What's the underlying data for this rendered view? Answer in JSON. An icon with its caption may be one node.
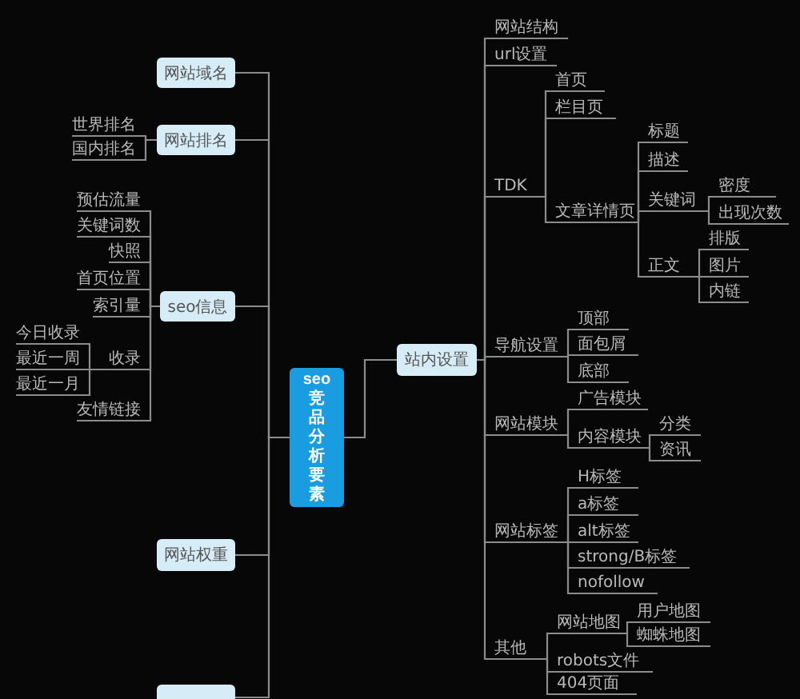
{
  "diagram": {
    "nodes": [
      {
        "text": [
          "seo竞品分析要素"
        ]
      },
      {
        "text": [
          "网站域名"
        ]
      },
      {
        "text": [
          "网站排名"
        ]
      },
      {
        "text": [
          "世界排名"
        ]
      },
      {
        "text": [
          "国内排名"
        ]
      },
      {
        "text": [
          "seo信息"
        ]
      },
      {
        "text": [
          "预估流量"
        ]
      },
      {
        "text": [
          "关键词数"
        ]
      },
      {
        "text": [
          "快照"
        ]
      },
      {
        "text": [
          "首页位置"
        ]
      },
      {
        "text": [
          "索引量"
        ]
      },
      {
        "text": [
          "收录"
        ]
      },
      {
        "text": [
          "今日收录"
        ]
      },
      {
        "text": [
          "最近一周"
        ]
      },
      {
        "text": [
          "最近一月"
        ]
      },
      {
        "text": [
          "友情链接"
        ]
      },
      {
        "text": [
          "网站权重"
        ]
      },
      {
        "text": [],
        "shape": "box"
      },
      {
        "text": [
          "站内设置"
        ]
      },
      {
        "text": [
          "网站结构"
        ]
      },
      {
        "text": [
          "url设置"
        ]
      },
      {
        "text": [
          "TDK"
        ]
      },
      {
        "text": [
          "首页"
        ]
      },
      {
        "text": [
          "栏目页"
        ]
      },
      {
        "text": [
          "文章详情页"
        ]
      },
      {
        "text": [
          "标题"
        ]
      },
      {
        "text": [
          "描述"
        ]
      },
      {
        "text": [
          "关键词"
        ]
      },
      {
        "text": [
          "密度"
        ]
      },
      {
        "text": [
          "出现次数"
        ]
      },
      {
        "text": [
          "正文"
        ]
      },
      {
        "text": [
          "排版"
        ]
      },
      {
        "text": [
          "图片"
        ]
      },
      {
        "text": [
          "内链"
        ]
      },
      {
        "text": [
          "导航设置"
        ]
      },
      {
        "text": [
          "顶部"
        ]
      },
      {
        "text": [
          "面包屑"
        ]
      },
      {
        "text": [
          "底部"
        ]
      },
      {
        "text": [
          "网站模块"
        ]
      },
      {
        "text": [
          "广告模块"
        ]
      },
      {
        "text": [
          "内容模块"
        ]
      },
      {
        "text": [
          "分类"
        ]
      },
      {
        "text": [
          "资讯"
        ]
      },
      {
        "text": [
          "网站标签"
        ]
      },
      {
        "text": [
          "H标签"
        ]
      },
      {
        "text": [
          "a标签"
        ]
      },
      {
        "text": [
          "alt标签"
        ]
      },
      {
        "text": [
          "strong/B标签"
        ]
      },
      {
        "text": [
          "nofollow"
        ]
      },
      {
        "text": [
          "其他"
        ]
      },
      {
        "text": [
          "网站地图"
        ]
      },
      {
        "text": [
          "用户地图"
        ]
      },
      {
        "text": [
          "蜘蛛地图"
        ]
      },
      {
        "text": [
          "robots文件"
        ]
      },
      {
        "text": [
          "404页面"
        ]
      }
    ],
    "edges": [
      {
        "from": 0,
        "to": 1,
        "arrow": "none"
      },
      {
        "from": 0,
        "to": 2,
        "arrow": "none"
      },
      {
        "from": 0,
        "to": 5,
        "arrow": "none"
      },
      {
        "from": 0,
        "to": 16,
        "arrow": "none"
      },
      {
        "from": 0,
        "to": 17,
        "arrow": "none"
      },
      {
        "from": 0,
        "to": 18,
        "arrow": "none"
      },
      {
        "from": 2,
        "to": 3,
        "arrow": "none"
      },
      {
        "from": 2,
        "to": 4,
        "arrow": "none"
      },
      {
        "from": 5,
        "to": 6,
        "arrow": "none"
      },
      {
        "from": 5,
        "to": 7,
        "arrow": "none"
      },
      {
        "from": 5,
        "to": 8,
        "arrow": "none"
      },
      {
        "from": 5,
        "to": 9,
        "arrow": "none"
      },
      {
        "from": 5,
        "to": 10,
        "arrow": "none"
      },
      {
        "from": 5,
        "to": 11,
        "arrow": "none"
      },
      {
        "from": 11,
        "to": 12,
        "arrow": "none"
      },
      {
        "from": 11,
        "to": 13,
        "arrow": "none"
      },
      {
        "from": 11,
        "to": 14,
        "arrow": "none"
      },
      {
        "from": 5,
        "to": 15,
        "arrow": "none"
      },
      {
        "from": 18,
        "to": 19,
        "arrow": "none"
      },
      {
        "from": 18,
        "to": 20,
        "arrow": "none"
      },
      {
        "from": 18,
        "to": 21,
        "arrow": "none"
      },
      {
        "from": 21,
        "to": 22,
        "arrow": "none"
      },
      {
        "from": 21,
        "to": 23,
        "arrow": "none"
      },
      {
        "from": 21,
        "to": 24,
        "arrow": "none"
      },
      {
        "from": 24,
        "to": 25,
        "arrow": "none"
      },
      {
        "from": 24,
        "to": 26,
        "arrow": "none"
      },
      {
        "from": 24,
        "to": 27,
        "arrow": "none"
      },
      {
        "from": 27,
        "to": 28,
        "arrow": "none"
      },
      {
        "from": 27,
        "to": 29,
        "arrow": "none"
      },
      {
        "from": 24,
        "to": 30,
        "arrow": "none"
      },
      {
        "from": 30,
        "to": 31,
        "arrow": "none"
      },
      {
        "from": 30,
        "to": 32,
        "arrow": "none"
      },
      {
        "from": 30,
        "to": 33,
        "arrow": "none"
      },
      {
        "from": 18,
        "to": 34,
        "arrow": "none"
      },
      {
        "from": 34,
        "to": 35,
        "arrow": "none"
      },
      {
        "from": 34,
        "to": 36,
        "arrow": "none"
      },
      {
        "from": 34,
        "to": 37,
        "arrow": "none"
      },
      {
        "from": 18,
        "to": 38,
        "arrow": "none"
      },
      {
        "from": 38,
        "to": 39,
        "arrow": "none"
      },
      {
        "from": 38,
        "to": 40,
        "arrow": "none"
      },
      {
        "from": 40,
        "to": 41,
        "arrow": "none"
      },
      {
        "from": 40,
        "to": 42,
        "arrow": "none"
      },
      {
        "from": 18,
        "to": 43,
        "arrow": "none"
      },
      {
        "from": 43,
        "to": 44,
        "arrow": "none"
      },
      {
        "from": 43,
        "to": 45,
        "arrow": "none"
      },
      {
        "from": 43,
        "to": 46,
        "arrow": "none"
      },
      {
        "from": 43,
        "to": 47,
        "arrow": "none"
      },
      {
        "from": 43,
        "to": 48,
        "arrow": "none"
      },
      {
        "from": 18,
        "to": 49,
        "arrow": "none"
      },
      {
        "from": 49,
        "to": 50,
        "arrow": "none"
      },
      {
        "from": 50,
        "to": 51,
        "arrow": "none"
      },
      {
        "from": 50,
        "to": 52,
        "arrow": "none"
      },
      {
        "from": 49,
        "to": 53,
        "arrow": "none"
      },
      {
        "from": 49,
        "to": 54,
        "arrow": "none"
      }
    ]
  }
}
